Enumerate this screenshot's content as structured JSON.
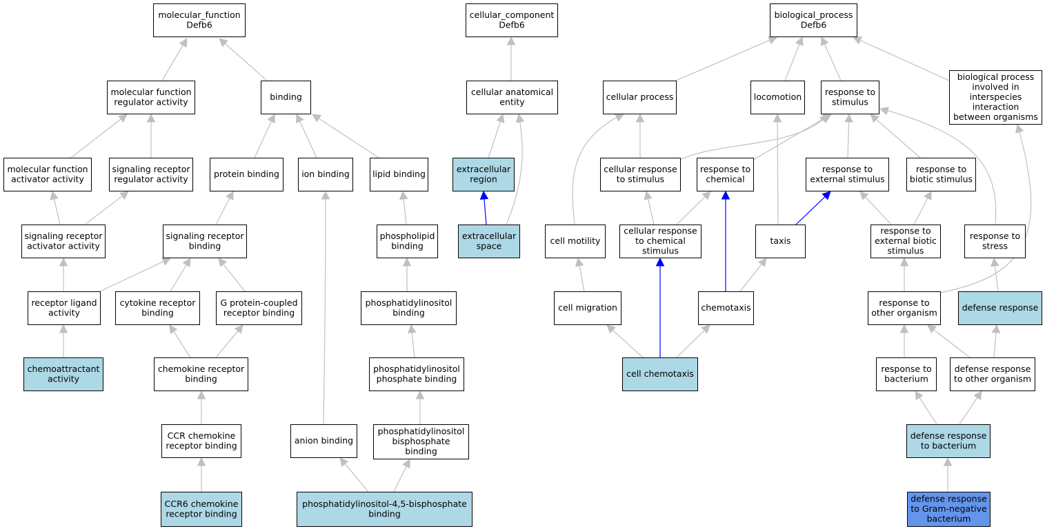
{
  "colors": {
    "default_fill": "#ffffff",
    "annotated_fill": "#add8e6",
    "focus_fill": "#6495ed",
    "edge_grey": "#c0c0c0",
    "edge_blue": "#0000ff"
  },
  "nodes": [
    {
      "id": "mf_root",
      "lines": [
        "molecular_function",
        "Defb6"
      ],
      "fill": "white"
    },
    {
      "id": "cc_root",
      "lines": [
        "cellular_component",
        "Defb6"
      ],
      "fill": "white"
    },
    {
      "id": "bp_root",
      "lines": [
        "biological_process",
        "Defb6"
      ],
      "fill": "white"
    },
    {
      "id": "mf_reg",
      "lines": [
        "molecular function",
        "regulator activity"
      ],
      "fill": "white"
    },
    {
      "id": "binding",
      "lines": [
        "binding"
      ],
      "fill": "white"
    },
    {
      "id": "cc_anat",
      "lines": [
        "cellular anatomical",
        "entity"
      ],
      "fill": "white"
    },
    {
      "id": "cell_proc",
      "lines": [
        "cellular process"
      ],
      "fill": "white"
    },
    {
      "id": "locomotion",
      "lines": [
        "locomotion"
      ],
      "fill": "white"
    },
    {
      "id": "resp_stim",
      "lines": [
        "response to",
        "stimulus"
      ],
      "fill": "white"
    },
    {
      "id": "bp_inter",
      "lines": [
        "biological process",
        "involved in",
        "interspecies",
        "interaction",
        "between organisms"
      ],
      "fill": "white"
    },
    {
      "id": "mf_act",
      "lines": [
        "molecular function",
        "activator activity"
      ],
      "fill": "white"
    },
    {
      "id": "sig_reg",
      "lines": [
        "signaling receptor",
        "regulator activity"
      ],
      "fill": "white"
    },
    {
      "id": "prot_bind",
      "lines": [
        "protein binding"
      ],
      "fill": "white"
    },
    {
      "id": "ion_bind",
      "lines": [
        "ion binding"
      ],
      "fill": "white"
    },
    {
      "id": "lipid_bind",
      "lines": [
        "lipid binding"
      ],
      "fill": "white"
    },
    {
      "id": "ec_region",
      "lines": [
        "extracellular",
        "region"
      ],
      "fill": "annotated"
    },
    {
      "id": "cell_resp_stim",
      "lines": [
        "cellular response",
        "to stimulus"
      ],
      "fill": "white"
    },
    {
      "id": "resp_chem",
      "lines": [
        "response to",
        "chemical"
      ],
      "fill": "white"
    },
    {
      "id": "resp_ext",
      "lines": [
        "response to",
        "external stimulus"
      ],
      "fill": "white"
    },
    {
      "id": "resp_biotic",
      "lines": [
        "response to",
        "biotic stimulus"
      ],
      "fill": "white"
    },
    {
      "id": "sig_act",
      "lines": [
        "signaling receptor",
        "activator activity"
      ],
      "fill": "white"
    },
    {
      "id": "sig_bind",
      "lines": [
        "signaling receptor",
        "binding"
      ],
      "fill": "white"
    },
    {
      "id": "phospholipid",
      "lines": [
        "phospholipid",
        "binding"
      ],
      "fill": "white"
    },
    {
      "id": "ec_space",
      "lines": [
        "extracellular",
        "space"
      ],
      "fill": "annotated"
    },
    {
      "id": "cell_motility",
      "lines": [
        "cell motility"
      ],
      "fill": "white"
    },
    {
      "id": "cell_resp_chem",
      "lines": [
        "cellular response",
        "to chemical",
        "stimulus"
      ],
      "fill": "white"
    },
    {
      "id": "taxis",
      "lines": [
        "taxis"
      ],
      "fill": "white"
    },
    {
      "id": "resp_ext_biotic",
      "lines": [
        "response to",
        "external biotic",
        "stimulus"
      ],
      "fill": "white"
    },
    {
      "id": "resp_stress",
      "lines": [
        "response to",
        "stress"
      ],
      "fill": "white"
    },
    {
      "id": "rec_lig",
      "lines": [
        "receptor ligand",
        "activity"
      ],
      "fill": "white"
    },
    {
      "id": "cyto_rec",
      "lines": [
        "cytokine receptor",
        "binding"
      ],
      "fill": "white"
    },
    {
      "id": "gpcr",
      "lines": [
        "G protein-coupled",
        "receptor binding"
      ],
      "fill": "white"
    },
    {
      "id": "pi_bind",
      "lines": [
        "phosphatidylinositol",
        "binding"
      ],
      "fill": "white"
    },
    {
      "id": "cell_mig",
      "lines": [
        "cell migration"
      ],
      "fill": "white"
    },
    {
      "id": "chemotaxis",
      "lines": [
        "chemotaxis"
      ],
      "fill": "white"
    },
    {
      "id": "resp_other",
      "lines": [
        "response to",
        "other organism"
      ],
      "fill": "white"
    },
    {
      "id": "defense",
      "lines": [
        "defense response"
      ],
      "fill": "annotated"
    },
    {
      "id": "chemoattr",
      "lines": [
        "chemoattractant",
        "activity"
      ],
      "fill": "annotated"
    },
    {
      "id": "chemokine_rec",
      "lines": [
        "chemokine receptor",
        "binding"
      ],
      "fill": "white"
    },
    {
      "id": "pip_bind",
      "lines": [
        "phosphatidylinositol",
        "phosphate binding"
      ],
      "fill": "white"
    },
    {
      "id": "cell_chemo",
      "lines": [
        "cell chemotaxis"
      ],
      "fill": "annotated"
    },
    {
      "id": "resp_bact",
      "lines": [
        "response to",
        "bacterium"
      ],
      "fill": "white"
    },
    {
      "id": "def_other",
      "lines": [
        "defense response",
        "to other organism"
      ],
      "fill": "white"
    },
    {
      "id": "ccr_bind",
      "lines": [
        "CCR chemokine",
        "receptor binding"
      ],
      "fill": "white"
    },
    {
      "id": "anion_bind",
      "lines": [
        "anion binding"
      ],
      "fill": "white"
    },
    {
      "id": "pibp_bind",
      "lines": [
        "phosphatidylinositol",
        "bisphosphate",
        "binding"
      ],
      "fill": "white"
    },
    {
      "id": "def_bact",
      "lines": [
        "defense response",
        "to bacterium"
      ],
      "fill": "annotated"
    },
    {
      "id": "ccr6",
      "lines": [
        "CCR6 chemokine",
        "receptor binding"
      ],
      "fill": "annotated"
    },
    {
      "id": "pi45",
      "lines": [
        "phosphatidylinositol-4,5-bisphosphate",
        "binding"
      ],
      "fill": "annotated"
    },
    {
      "id": "def_gram",
      "lines": [
        "defense response",
        "to Gram-negative",
        "bacterium"
      ],
      "fill": "focus"
    }
  ],
  "edges": [
    {
      "from": "mf_reg",
      "to": "mf_root",
      "color": "grey"
    },
    {
      "from": "binding",
      "to": "mf_root",
      "color": "grey"
    },
    {
      "from": "mf_act",
      "to": "mf_reg",
      "color": "grey"
    },
    {
      "from": "sig_reg",
      "to": "mf_reg",
      "color": "grey"
    },
    {
      "from": "prot_bind",
      "to": "binding",
      "color": "grey"
    },
    {
      "from": "ion_bind",
      "to": "binding",
      "color": "grey"
    },
    {
      "from": "lipid_bind",
      "to": "binding",
      "color": "grey"
    },
    {
      "from": "sig_act",
      "to": "mf_act",
      "color": "grey"
    },
    {
      "from": "sig_act",
      "to": "sig_reg",
      "color": "grey"
    },
    {
      "from": "sig_bind",
      "to": "prot_bind",
      "color": "grey"
    },
    {
      "from": "anion_bind",
      "to": "ion_bind",
      "color": "grey"
    },
    {
      "from": "phospholipid",
      "to": "lipid_bind",
      "color": "grey"
    },
    {
      "from": "rec_lig",
      "to": "sig_act",
      "color": "grey"
    },
    {
      "from": "rec_lig",
      "to": "sig_bind",
      "color": "grey"
    },
    {
      "from": "cyto_rec",
      "to": "sig_bind",
      "color": "grey"
    },
    {
      "from": "gpcr",
      "to": "sig_bind",
      "color": "grey"
    },
    {
      "from": "pi_bind",
      "to": "phospholipid",
      "color": "grey"
    },
    {
      "from": "chemoattr",
      "to": "rec_lig",
      "color": "grey"
    },
    {
      "from": "chemokine_rec",
      "to": "cyto_rec",
      "color": "grey"
    },
    {
      "from": "chemokine_rec",
      "to": "gpcr",
      "color": "grey"
    },
    {
      "from": "pip_bind",
      "to": "pi_bind",
      "color": "grey"
    },
    {
      "from": "ccr_bind",
      "to": "chemokine_rec",
      "color": "grey"
    },
    {
      "from": "pibp_bind",
      "to": "pip_bind",
      "color": "grey"
    },
    {
      "from": "ccr6",
      "to": "ccr_bind",
      "color": "grey"
    },
    {
      "from": "pi45",
      "to": "anion_bind",
      "color": "grey"
    },
    {
      "from": "pi45",
      "to": "pibp_bind",
      "color": "grey"
    },
    {
      "from": "cc_anat",
      "to": "cc_root",
      "color": "grey"
    },
    {
      "from": "ec_region",
      "to": "cc_anat",
      "color": "grey"
    },
    {
      "from": "ec_space",
      "to": "cc_anat",
      "color": "grey"
    },
    {
      "from": "ec_space",
      "to": "ec_region",
      "color": "blue"
    },
    {
      "from": "cell_proc",
      "to": "bp_root",
      "color": "grey"
    },
    {
      "from": "locomotion",
      "to": "bp_root",
      "color": "grey"
    },
    {
      "from": "resp_stim",
      "to": "bp_root",
      "color": "grey"
    },
    {
      "from": "bp_inter",
      "to": "bp_root",
      "color": "grey"
    },
    {
      "from": "cell_resp_stim",
      "to": "cell_proc",
      "color": "grey"
    },
    {
      "from": "cell_motility",
      "to": "cell_proc",
      "color": "grey"
    },
    {
      "from": "cell_resp_stim",
      "to": "resp_stim",
      "color": "grey"
    },
    {
      "from": "resp_chem",
      "to": "resp_stim",
      "color": "grey"
    },
    {
      "from": "resp_ext",
      "to": "resp_stim",
      "color": "grey"
    },
    {
      "from": "resp_biotic",
      "to": "resp_stim",
      "color": "grey"
    },
    {
      "from": "resp_stress",
      "to": "resp_stim",
      "color": "grey"
    },
    {
      "from": "taxis",
      "to": "locomotion",
      "color": "grey"
    },
    {
      "from": "cell_resp_chem",
      "to": "cell_resp_stim",
      "color": "grey"
    },
    {
      "from": "cell_resp_chem",
      "to": "resp_chem",
      "color": "grey"
    },
    {
      "from": "taxis",
      "to": "resp_ext",
      "color": "blue"
    },
    {
      "from": "resp_ext_biotic",
      "to": "resp_ext",
      "color": "grey"
    },
    {
      "from": "resp_ext_biotic",
      "to": "resp_biotic",
      "color": "grey"
    },
    {
      "from": "cell_mig",
      "to": "cell_motility",
      "color": "grey"
    },
    {
      "from": "chemotaxis",
      "to": "taxis",
      "color": "grey"
    },
    {
      "from": "chemotaxis",
      "to": "resp_chem",
      "color": "blue"
    },
    {
      "from": "cell_chemo",
      "to": "cell_mig",
      "color": "grey"
    },
    {
      "from": "cell_chemo",
      "to": "chemotaxis",
      "color": "grey"
    },
    {
      "from": "cell_chemo",
      "to": "cell_resp_chem",
      "color": "blue"
    },
    {
      "from": "resp_other",
      "to": "resp_ext_biotic",
      "color": "grey"
    },
    {
      "from": "resp_other",
      "to": "bp_inter",
      "color": "grey"
    },
    {
      "from": "defense",
      "to": "resp_stress",
      "color": "grey"
    },
    {
      "from": "resp_bact",
      "to": "resp_other",
      "color": "grey"
    },
    {
      "from": "def_other",
      "to": "resp_other",
      "color": "grey"
    },
    {
      "from": "def_other",
      "to": "defense",
      "color": "grey"
    },
    {
      "from": "def_bact",
      "to": "resp_bact",
      "color": "grey"
    },
    {
      "from": "def_bact",
      "to": "def_other",
      "color": "grey"
    },
    {
      "from": "def_gram",
      "to": "def_bact",
      "color": "grey"
    }
  ]
}
